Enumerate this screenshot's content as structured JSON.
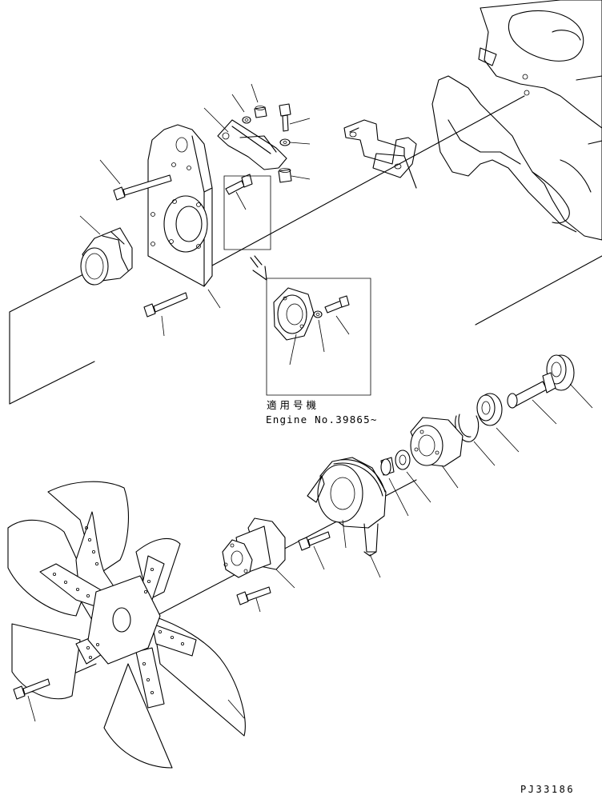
{
  "note": {
    "applicable_label": "適用号機",
    "engine_number": "Engine No.39865~"
  },
  "drawing_code": "PJ33186",
  "colors": {
    "line": "#000000",
    "background": "#ffffff"
  }
}
